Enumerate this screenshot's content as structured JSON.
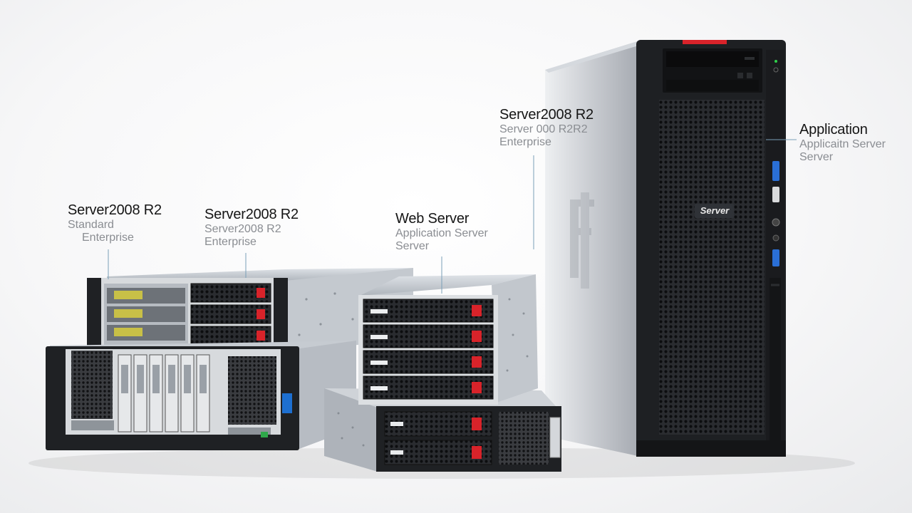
{
  "labels": {
    "rack1": {
      "title": "Server2008 R2",
      "line1": "Standard",
      "line2": "Enterprise"
    },
    "rack2": {
      "title": "Server2008 R2",
      "line1": "Server2008 R2",
      "line2": "Enterprise"
    },
    "web": {
      "title": "Web Server",
      "line1": "Application Server",
      "line2": "Server"
    },
    "tower_top": {
      "title": "Server2008 R2",
      "line1": "Server 000 R2R2",
      "line2": "Enterprise"
    },
    "app": {
      "title": "Application",
      "line1": "Applicaitn Server",
      "line2": "Server"
    }
  },
  "tower": {
    "badge": "Server"
  },
  "colors": {
    "accent_red": "#d8232a",
    "chassis_dark": "#1f2124",
    "chassis_silver": "#b9bdc3",
    "usb_blue": "#2a6fd6"
  }
}
